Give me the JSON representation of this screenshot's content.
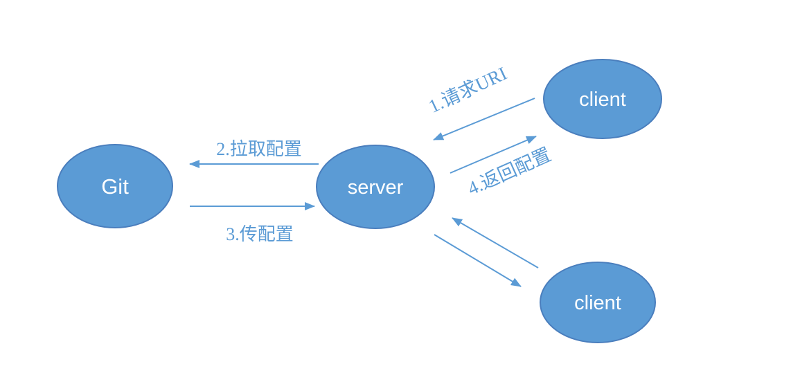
{
  "diagram": {
    "type": "flow-diagram",
    "description": "Config server flow between Git, server and clients",
    "nodes": {
      "git": {
        "label": "Git"
      },
      "server": {
        "label": "server"
      },
      "client_top": {
        "label": "client"
      },
      "client_bottom": {
        "label": "client"
      }
    },
    "edges": [
      {
        "label": "1.请求URI",
        "from": "client_top",
        "to": "server"
      },
      {
        "label": "2.拉取配置",
        "from": "server",
        "to": "git"
      },
      {
        "label": "3.传配置",
        "from": "git",
        "to": "server"
      },
      {
        "label": "4.返回配置",
        "from": "server",
        "to": "client_top"
      },
      {
        "from": "client_bottom",
        "to": "server"
      },
      {
        "from": "server",
        "to": "client_bottom"
      }
    ],
    "colors": {
      "node_fill": "#5B9BD5",
      "node_stroke": "#4A7EBD",
      "node_text": "#FFFFFF",
      "arrow": "#5B9BD5",
      "edge_label_text": "#5B9BD5",
      "background": "#FFFFFF"
    }
  }
}
